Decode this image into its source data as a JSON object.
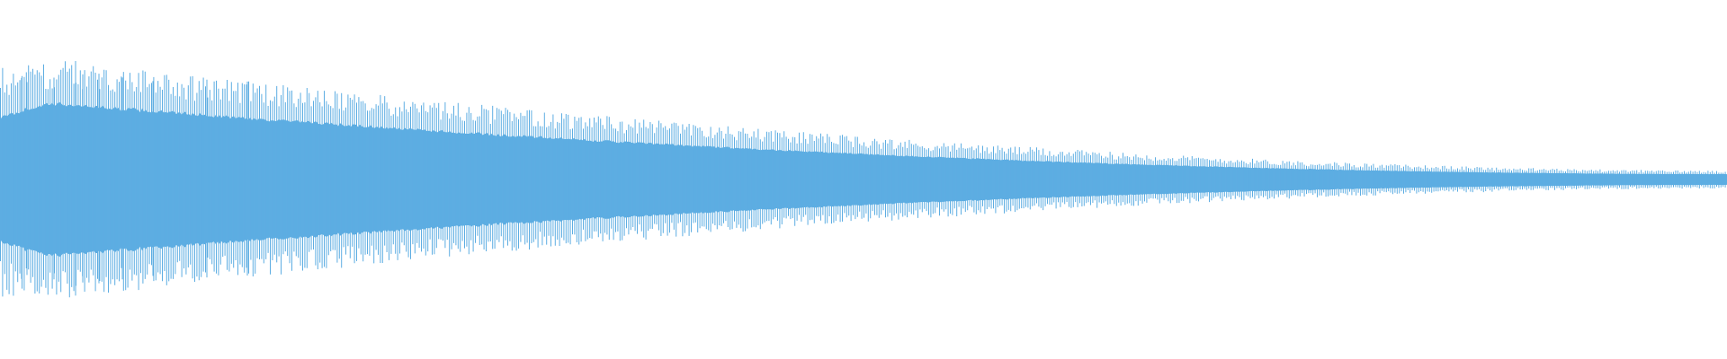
{
  "waveform": {
    "color": "#5dade2",
    "background": "#ffffff",
    "envelope": {
      "attack_fraction": 0.035,
      "initial_amplitude": 0.34,
      "peak_amplitude": 0.42,
      "final_amplitude": 0.03,
      "spike_amplitude": 0.66
    }
  }
}
